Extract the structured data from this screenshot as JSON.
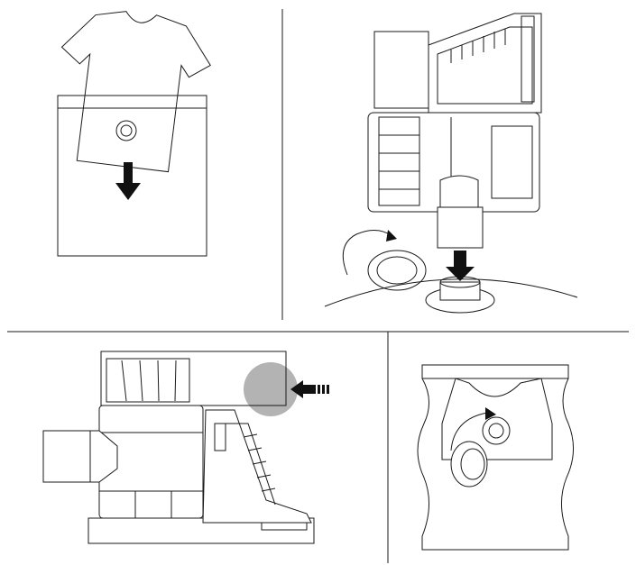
{
  "diagram": {
    "panels": [
      {
        "id": "step-1",
        "description_icon": "shirt-into-bag"
      },
      {
        "id": "step-2",
        "description_icon": "vacuum-seal-cap"
      },
      {
        "id": "step-3",
        "description_icon": "vacuum-press-button"
      },
      {
        "id": "step-4",
        "description_icon": "bag-cap-close"
      }
    ],
    "colors": {
      "line": "#1a1a1a",
      "highlight": "#b3b3b3",
      "arrow": "#111111"
    }
  }
}
